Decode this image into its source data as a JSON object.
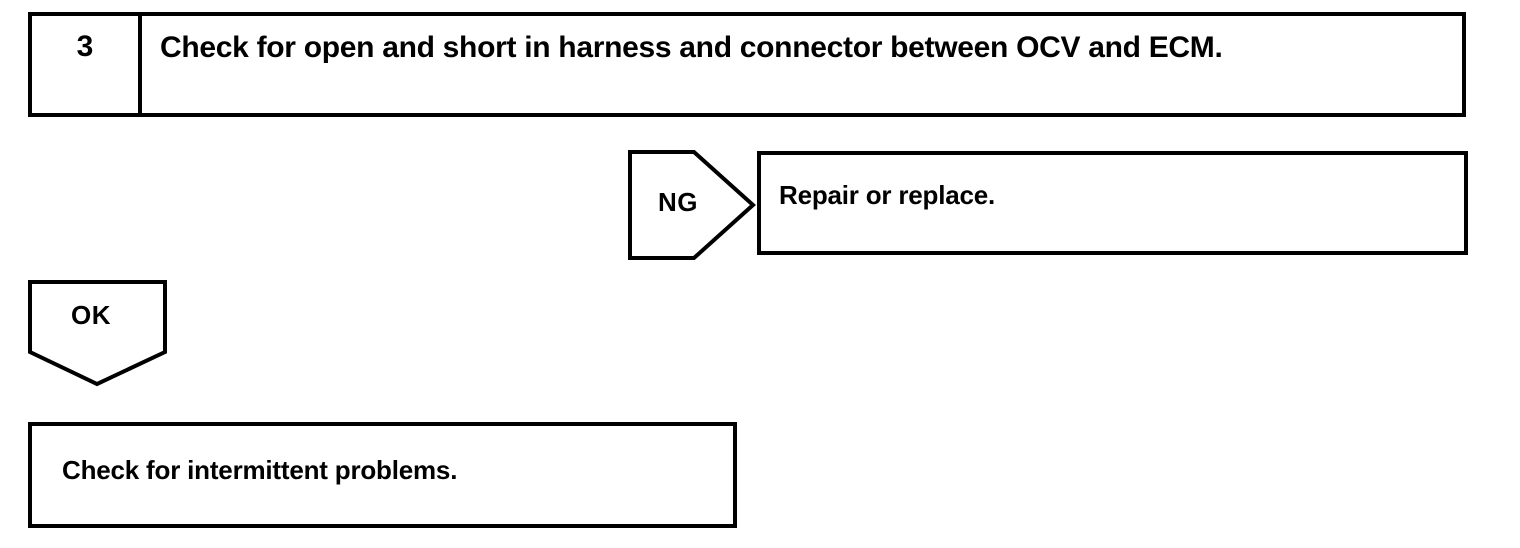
{
  "document": {
    "type": "automotive-diagnostic-flowchart",
    "background_color": "#ffffff",
    "line_color": "#000000",
    "text_color": "#000000"
  },
  "step": {
    "number": "3",
    "instruction": "Check for open and short in harness and connector between OCV and ECM."
  },
  "branches": {
    "ng": {
      "label": "NG",
      "result_text": "Repair or replace."
    },
    "ok": {
      "label": "OK",
      "result_text": "Check for intermittent problems."
    }
  }
}
